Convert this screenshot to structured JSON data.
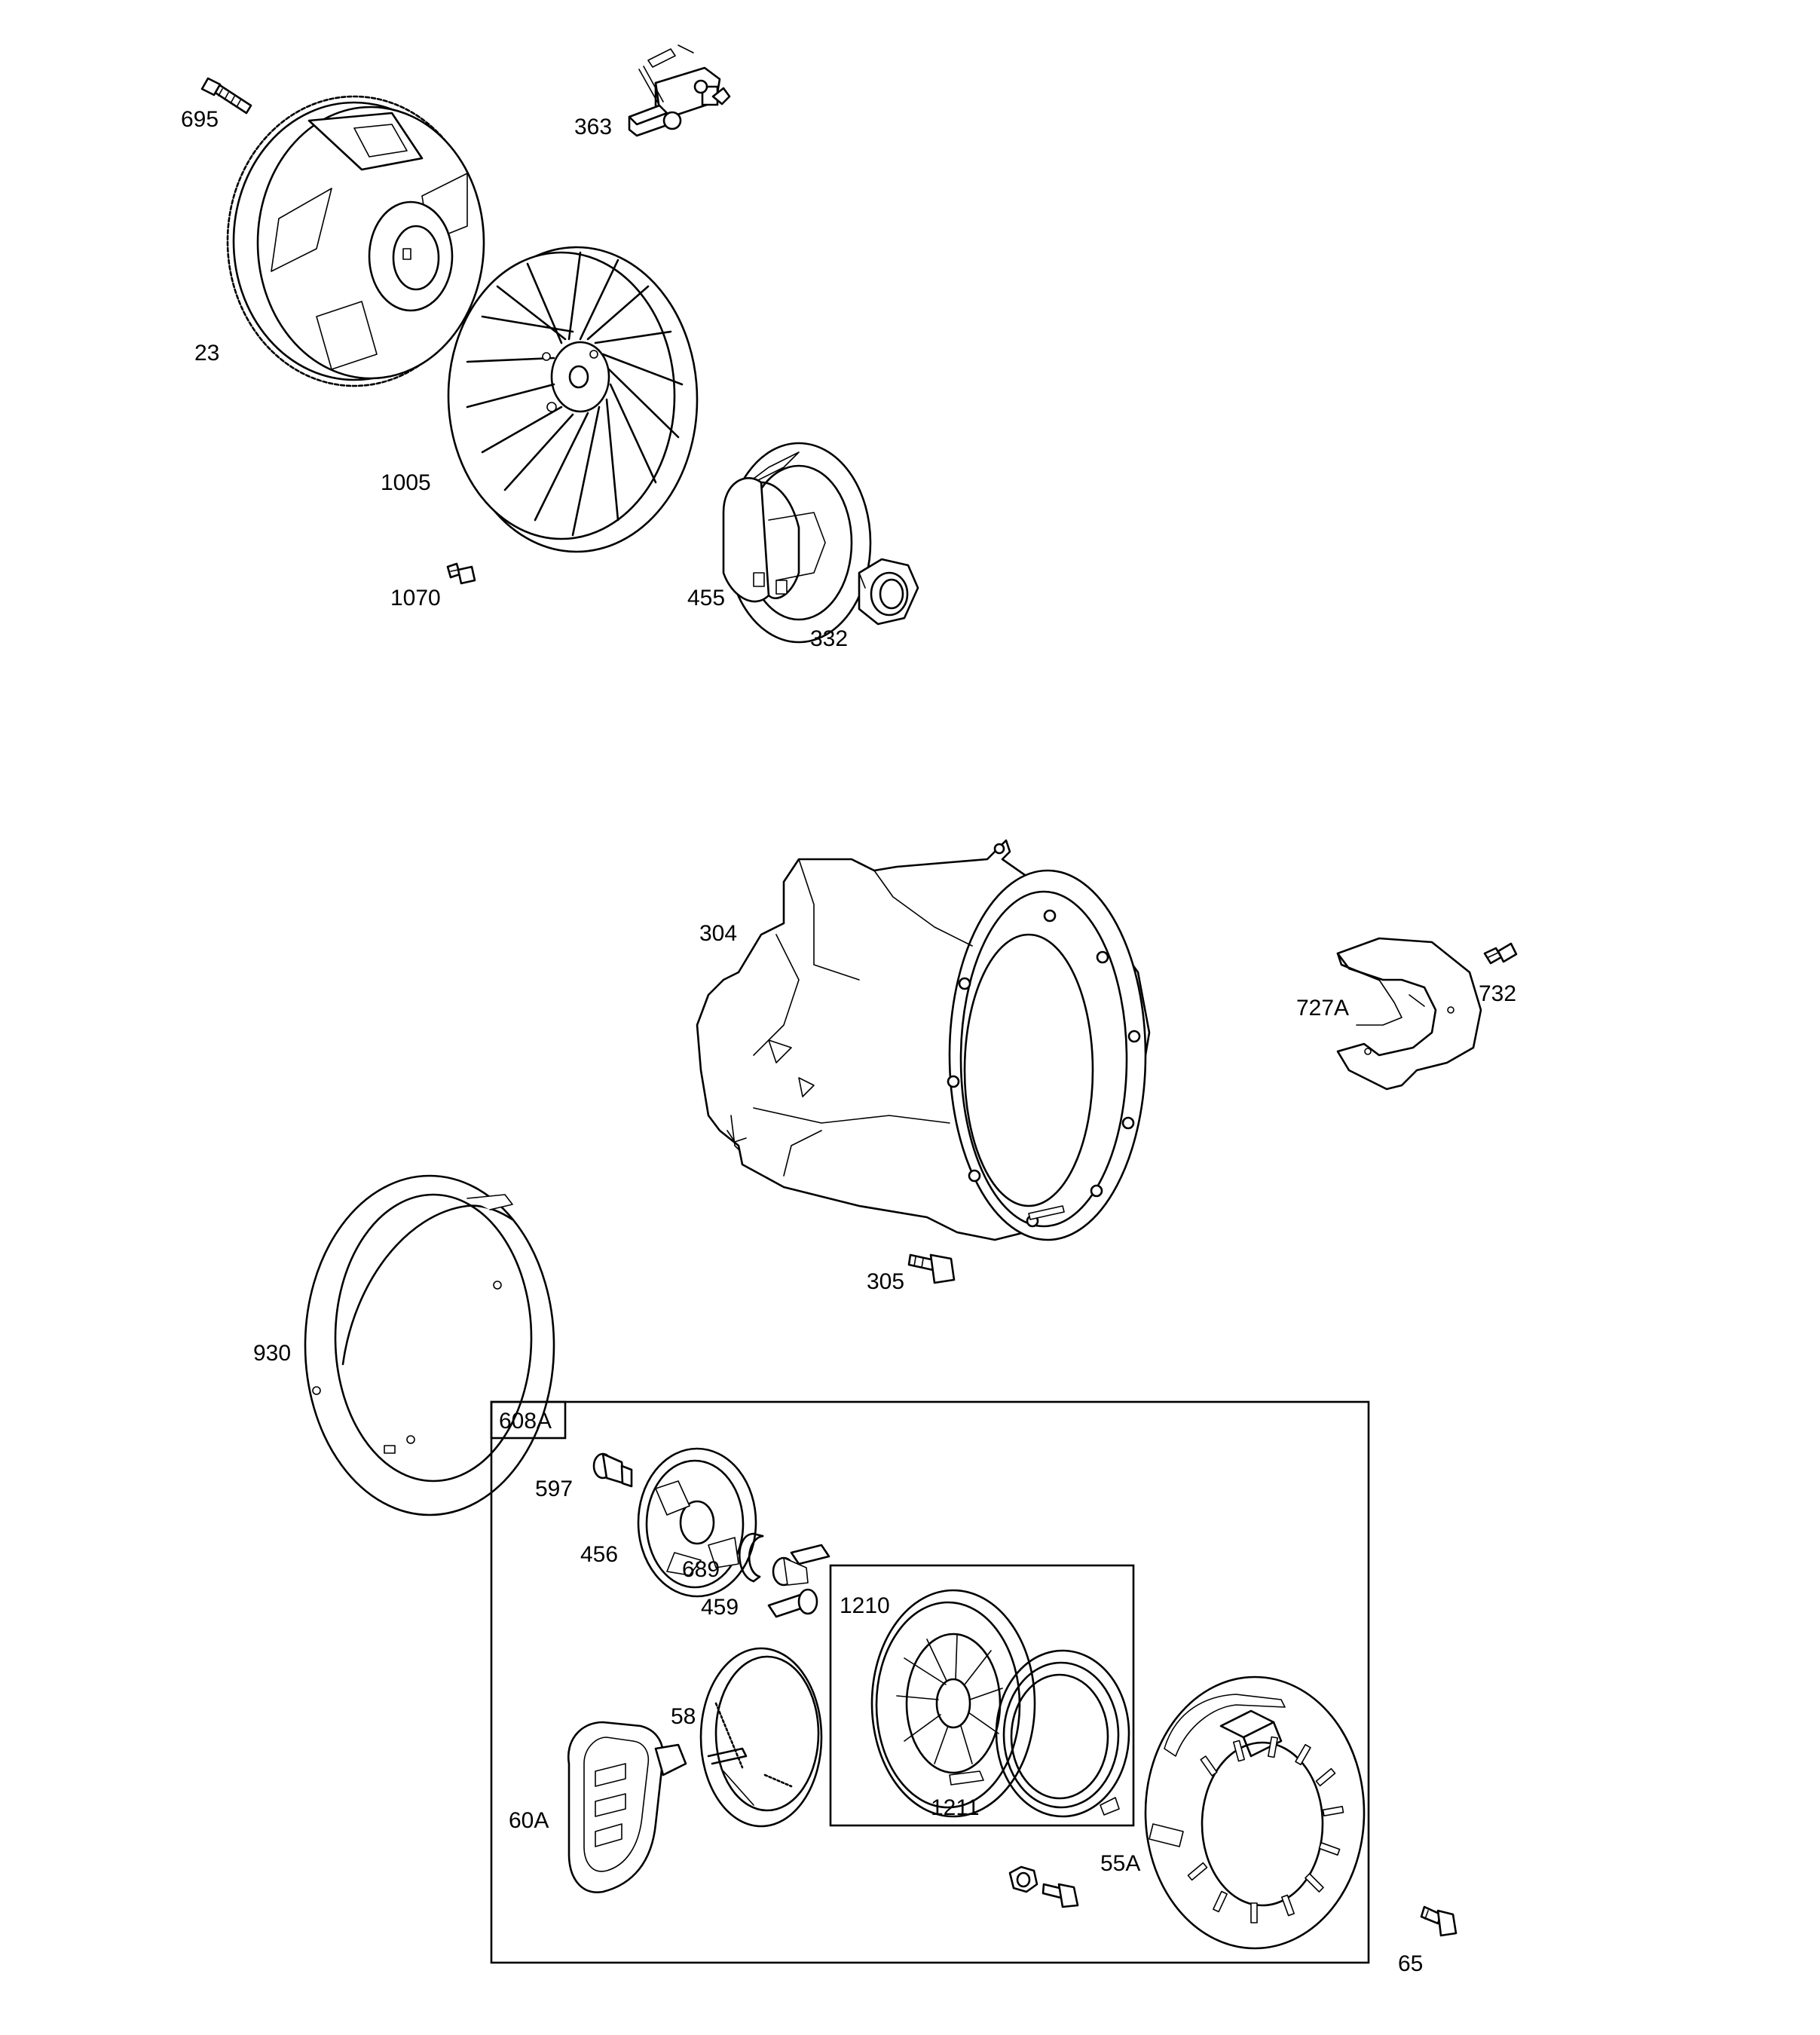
{
  "diagram": {
    "callouts": [
      {
        "key": "695",
        "label": "695"
      },
      {
        "key": "363",
        "label": "363"
      },
      {
        "key": "23",
        "label": "23"
      },
      {
        "key": "1005",
        "label": "1005"
      },
      {
        "key": "1070",
        "label": "1070"
      },
      {
        "key": "455",
        "label": "455"
      },
      {
        "key": "332",
        "label": "332"
      },
      {
        "key": "304",
        "label": "304"
      },
      {
        "key": "727A",
        "label": "727A"
      },
      {
        "key": "732",
        "label": "732"
      },
      {
        "key": "305",
        "label": "305"
      },
      {
        "key": "930",
        "label": "930"
      },
      {
        "key": "608A",
        "label": "608A"
      },
      {
        "key": "597",
        "label": "597"
      },
      {
        "key": "456",
        "label": "456"
      },
      {
        "key": "689",
        "label": "689"
      },
      {
        "key": "459",
        "label": "459"
      },
      {
        "key": "1210",
        "label": "1210"
      },
      {
        "key": "58",
        "label": "58"
      },
      {
        "key": "1211",
        "label": "1211"
      },
      {
        "key": "60A",
        "label": "60A"
      },
      {
        "key": "55A",
        "label": "55A"
      },
      {
        "key": "65",
        "label": "65"
      }
    ]
  }
}
